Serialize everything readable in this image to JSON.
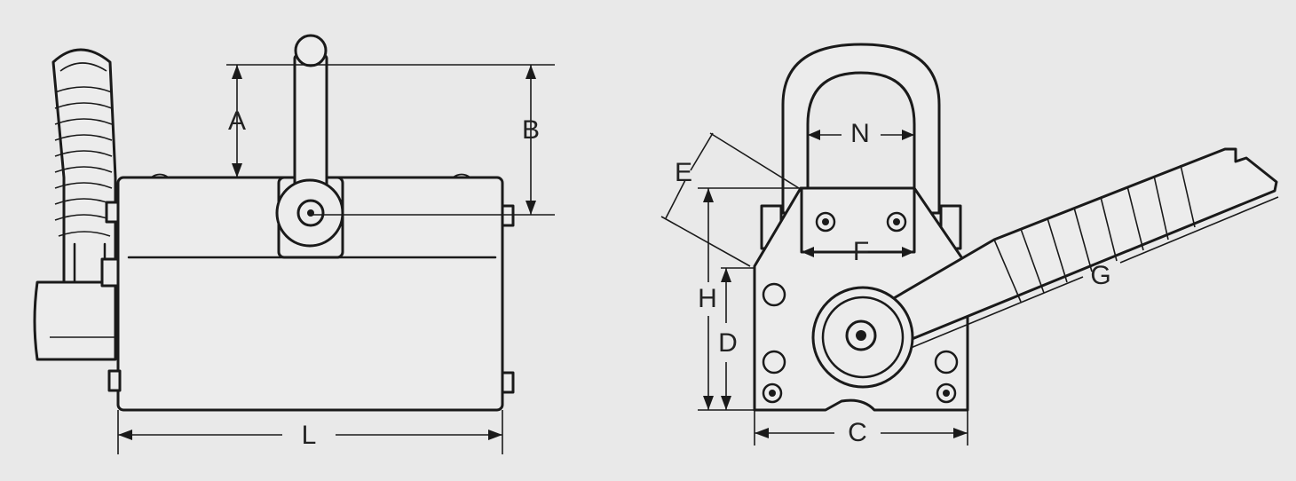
{
  "colors": {
    "background": "#e9e9e9",
    "line": "#1a1a1a",
    "label": "#222222"
  },
  "side_view": {
    "labels": {
      "A": "A",
      "B": "B",
      "L": "L"
    }
  },
  "front_view": {
    "labels": {
      "N": "N",
      "E": "E",
      "F": "F",
      "H": "H",
      "D": "D",
      "C": "C",
      "G": "G"
    }
  }
}
